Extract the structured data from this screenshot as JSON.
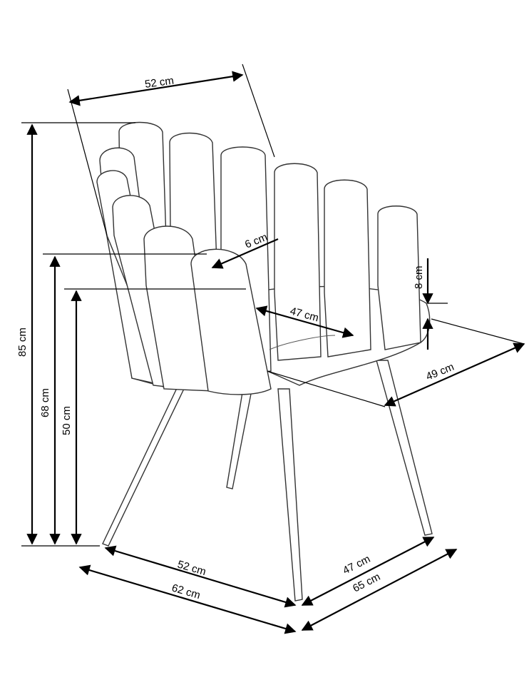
{
  "labels": {
    "top_width": "52 cm",
    "armrest_width": "6 cm",
    "seat_thickness": "8 cm",
    "seat_width": "47 cm",
    "seat_depth": "49 cm",
    "total_height": "85 cm",
    "armrest_height": "68 cm",
    "seat_height": "50 cm",
    "base_front_width": "52 cm",
    "total_width": "62 cm",
    "base_side_depth": "47 cm",
    "total_depth": "65 cm"
  }
}
